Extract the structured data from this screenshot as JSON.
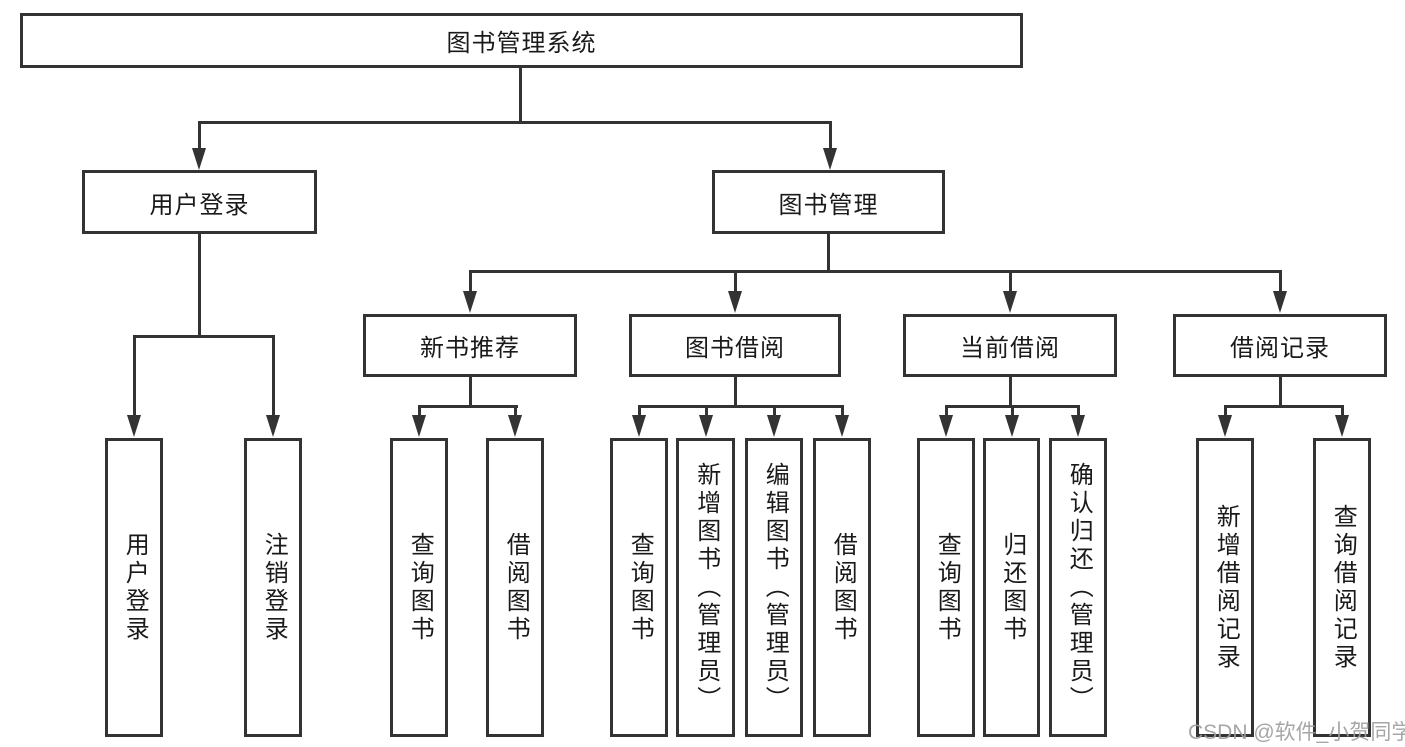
{
  "diagram": {
    "type": "tree",
    "orientation": "top-down",
    "line_color": "#333333",
    "text_color": "#1a1a1a",
    "background_color": "#ffffff",
    "watermark_color": "#9f9f9f"
  },
  "watermark": {
    "text": "CSDN @软件_小贺同学"
  },
  "tree": {
    "label": "图书管理系统",
    "children": [
      {
        "label": "用户登录",
        "children": [
          {
            "label": "用户登录"
          },
          {
            "label": "注销登录"
          }
        ]
      },
      {
        "label": "图书管理",
        "children": [
          {
            "label": "新书推荐",
            "children": [
              {
                "label": "查询图书"
              },
              {
                "label": "借阅图书"
              }
            ]
          },
          {
            "label": "图书借阅",
            "children": [
              {
                "label": "查询图书"
              },
              {
                "label": "新增图书（管理员）"
              },
              {
                "label": "编辑图书（管理员）"
              },
              {
                "label": "借阅图书"
              }
            ]
          },
          {
            "label": "当前借阅",
            "children": [
              {
                "label": "查询图书"
              },
              {
                "label": "归还图书"
              },
              {
                "label": "确认归还（管理员）"
              }
            ]
          },
          {
            "label": "借阅记录",
            "children": [
              {
                "label": "新增借阅记录"
              },
              {
                "label": "查询借阅记录"
              }
            ]
          }
        ]
      }
    ]
  }
}
